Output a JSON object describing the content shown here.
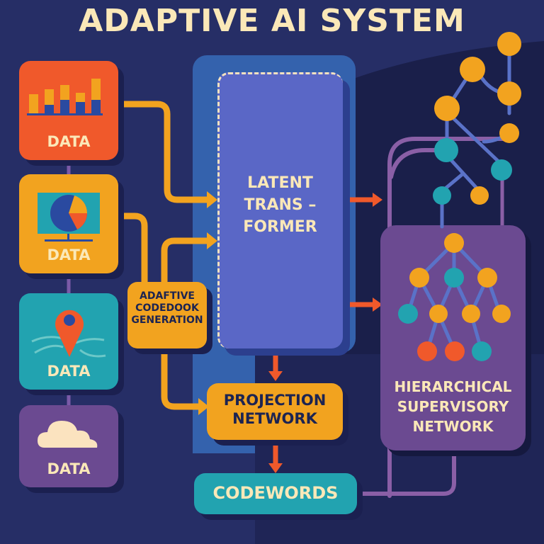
{
  "title": "ADAPTIVE AI SYSTEM",
  "colors": {
    "background": "#262e66",
    "dark_panel": "#1a1f4a",
    "blue_panel": "#3462ad",
    "transformer": "#5a67c6",
    "orange": "#f0592b",
    "amber": "#f2a31f",
    "teal": "#22a3b0",
    "purple": "#6b4a91",
    "cream": "#fbe8b8",
    "navy_text": "#1c2452",
    "edge_blue": "#5a72c8",
    "edge_purple": "#8a5fa6"
  },
  "data_sources": [
    {
      "label": "DATA",
      "icon": "bar-chart-icon",
      "color": "#f0592b"
    },
    {
      "label": "DATA",
      "icon": "pie-chart-monitor-icon",
      "color": "#f2a31f"
    },
    {
      "label": "DATA",
      "icon": "map-pin-icon",
      "color": "#22a3b0"
    },
    {
      "label": "DATA",
      "icon": "cloud-icon",
      "color": "#6b4a91"
    }
  ],
  "nodes": {
    "codebook": {
      "lines": [
        "ADAFTIVE",
        "CODEDOOK",
        "GENERATION"
      ]
    },
    "transformer": {
      "lines": [
        "LATENT",
        "TRANS –",
        "FORMER"
      ]
    },
    "projection": {
      "lines": [
        "PROJECTION",
        "NETWORK"
      ]
    },
    "codewords": {
      "lines": [
        "CODEWORDS"
      ]
    },
    "supervisory": {
      "lines": [
        "HIERARCHICAL",
        "SUPERVISORY",
        "NETWORK"
      ]
    }
  }
}
